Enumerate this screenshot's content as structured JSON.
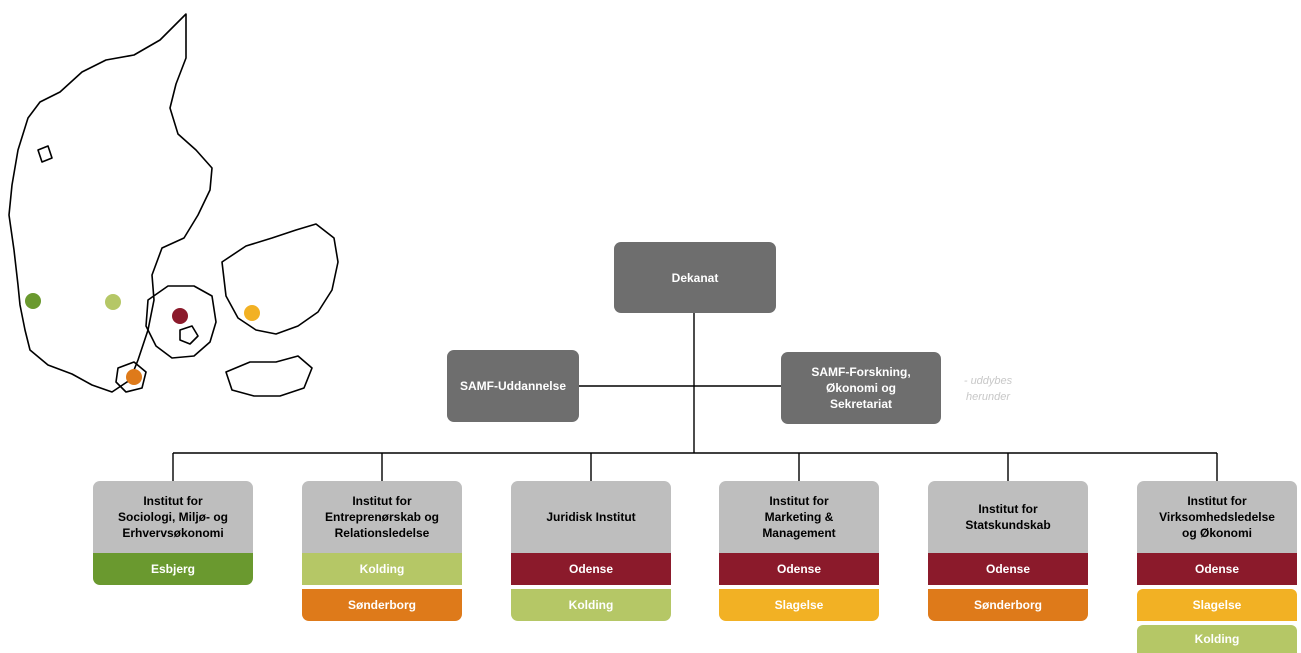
{
  "map": {
    "markers": [
      {
        "campus": "Esbjerg",
        "color": "#6a992f"
      },
      {
        "campus": "Kolding",
        "color": "#b5c766"
      },
      {
        "campus": "Odense",
        "color": "#8b1a2b"
      },
      {
        "campus": "Slagelse",
        "color": "#f2b124"
      },
      {
        "campus": "Sønderborg",
        "color": "#de7a1a"
      }
    ]
  },
  "top": {
    "label": "Dekanat"
  },
  "left_unit": {
    "label": "SAMF-Uddannelse"
  },
  "right_unit": {
    "line1": "SAMF-Forskning,",
    "line2": "Økonomi og",
    "line3": "Sekretariat"
  },
  "note": {
    "line1": "- uddybes",
    "line2": "herunder"
  },
  "colors": {
    "Esbjerg": "#6a992f",
    "Kolding": "#b5c766",
    "Odense": "#8b1a2b",
    "Slagelse": "#f2b124",
    "Sønderborg": "#de7a1a",
    "box_dark": "#6e6e6e",
    "box_light": "#bebebe"
  },
  "institutes": [
    {
      "lines": [
        "Institut for",
        "Sociologi, Miljø- og",
        "Erhvervsøkonomi"
      ],
      "locations": [
        "Esbjerg"
      ]
    },
    {
      "lines": [
        "Institut for",
        "Entreprenørskab og",
        "Relationsledelse"
      ],
      "locations": [
        "Kolding",
        "Sønderborg"
      ]
    },
    {
      "lines": [
        "Juridisk Institut"
      ],
      "locations": [
        "Odense",
        "Kolding"
      ]
    },
    {
      "lines": [
        "Institut for",
        "Marketing &",
        "Management"
      ],
      "locations": [
        "Odense",
        "Slagelse"
      ]
    },
    {
      "lines": [
        "Institut for",
        "Statskundskab"
      ],
      "locations": [
        "Odense",
        "Sønderborg"
      ]
    },
    {
      "lines": [
        "Institut for",
        "Virksomhedsledelse",
        "og Økonomi"
      ],
      "locations": [
        "Odense",
        "Slagelse",
        "Kolding"
      ]
    }
  ]
}
